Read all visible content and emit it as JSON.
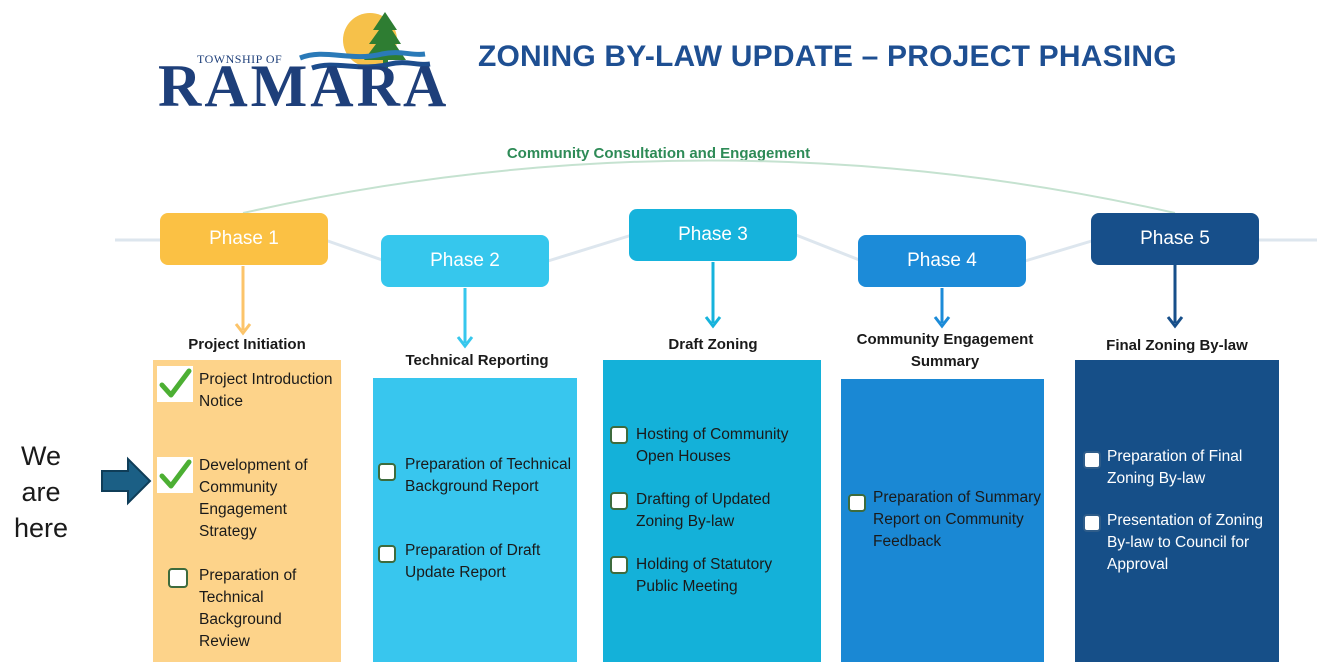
{
  "header": {
    "logo_small": "TOWNSHIP OF",
    "logo_big": "RAMARA",
    "title": "ZONING BY-LAW UPDATE – PROJECT PHASING"
  },
  "consultation_label": "Community Consultation and Engagement",
  "colors": {
    "phase1": "#fbc144",
    "phase2": "#36c7ed",
    "phase3": "#16b3dc",
    "phase4": "#1c8bd8",
    "phase5": "#174f8a",
    "col1": "#fdd38a",
    "col2": "#38c6ee",
    "col3": "#14b1d9",
    "col4": "#1a88d4",
    "col5": "#164f88",
    "check": "#4caf33",
    "arrow": "#1b5f85"
  },
  "phases": [
    {
      "label": "Phase 1",
      "title": "Project Initiation",
      "items": [
        {
          "text": "Project Introduction Notice",
          "status": "checked"
        },
        {
          "text": "Development of Community Engagement Strategy",
          "status": "checked"
        },
        {
          "text": "Preparation of Technical Background Review",
          "status": "unchecked"
        }
      ]
    },
    {
      "label": "Phase 2",
      "title": "Technical Reporting",
      "items": [
        {
          "text": "Preparation of Technical Background Report",
          "status": "unchecked"
        },
        {
          "text": "Preparation of Draft Update Report",
          "status": "unchecked"
        }
      ]
    },
    {
      "label": "Phase 3",
      "title": "Draft Zoning",
      "items": [
        {
          "text": "Hosting of Community Open Houses",
          "status": "unchecked"
        },
        {
          "text": "Drafting of Updated Zoning By-law",
          "status": "unchecked"
        },
        {
          "text": "Holding of Statutory Public Meeting",
          "status": "unchecked"
        }
      ]
    },
    {
      "label": "Phase 4",
      "title": "Community Engagement Summary",
      "items": [
        {
          "text": "Preparation of Summary Report on Community Feedback",
          "status": "unchecked"
        }
      ]
    },
    {
      "label": "Phase 5",
      "title": "Final Zoning By-law",
      "items": [
        {
          "text": "Preparation of Final Zoning By-law",
          "status": "unchecked"
        },
        {
          "text": "Presentation of Zoning By-law to Council for Approval",
          "status": "unchecked"
        }
      ]
    }
  ],
  "marker_text": "We are here"
}
